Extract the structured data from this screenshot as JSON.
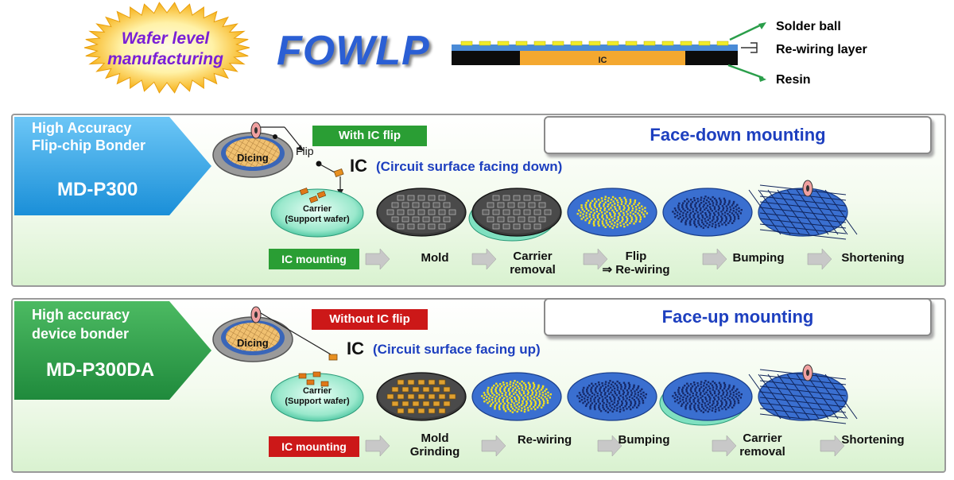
{
  "header": {
    "badge_text": "Wafer level manufacturing",
    "badge_line1": "Wafer level",
    "badge_line2": "manufacturing",
    "title": "FOWLP",
    "cross_section": {
      "ic_label": "IC",
      "callouts": [
        "Solder ball",
        "Re-wiring layer",
        "Resin"
      ]
    }
  },
  "panels": [
    {
      "machine_line1": "High Accuracy",
      "machine_line2": "Flip-chip Bonder",
      "model": "MD-P300",
      "tag": "With IC flip",
      "mounting_title": "Face-down mounting",
      "dicing_label": "Dicing",
      "flip_label": "Flip",
      "ic_label": "IC",
      "circuit_note": "(Circuit surface facing down)",
      "carrier_line1": "Carrier",
      "carrier_line2": "(Support wafer)",
      "first_step": "IC mounting",
      "steps": [
        {
          "line1": "Mold",
          "line2": ""
        },
        {
          "line1": "Carrier",
          "line2": "removal"
        },
        {
          "line1": "Flip",
          "line2": "⇒ Re-wiring"
        },
        {
          "line1": "Bumping",
          "line2": ""
        },
        {
          "line1": "Shortening",
          "line2": ""
        }
      ]
    },
    {
      "machine_line1": "High accuracy",
      "machine_line2": "device bonder",
      "model": "MD-P300DA",
      "tag": "Without IC flip",
      "mounting_title": "Face-up mounting",
      "dicing_label": "Dicing",
      "ic_label": "IC",
      "circuit_note": "(Circuit surface facing up)",
      "carrier_line1": "Carrier",
      "carrier_line2": "(Support wafer)",
      "first_step": "IC mounting",
      "steps": [
        {
          "line1": "Mold",
          "line2": "Grinding"
        },
        {
          "line1": "Re-wiring",
          "line2": ""
        },
        {
          "line1": "Bumping",
          "line2": ""
        },
        {
          "line1": "Carrier",
          "line2": "removal"
        },
        {
          "line1": "Shortening",
          "line2": ""
        }
      ]
    }
  ],
  "colors": {
    "blue_arrow": "#2aa7ec",
    "green_arrow": "#2a9e4a",
    "green_tag": "#2a9e34",
    "red_tag": "#cc1818",
    "title_blue": "#1d3fbf"
  }
}
